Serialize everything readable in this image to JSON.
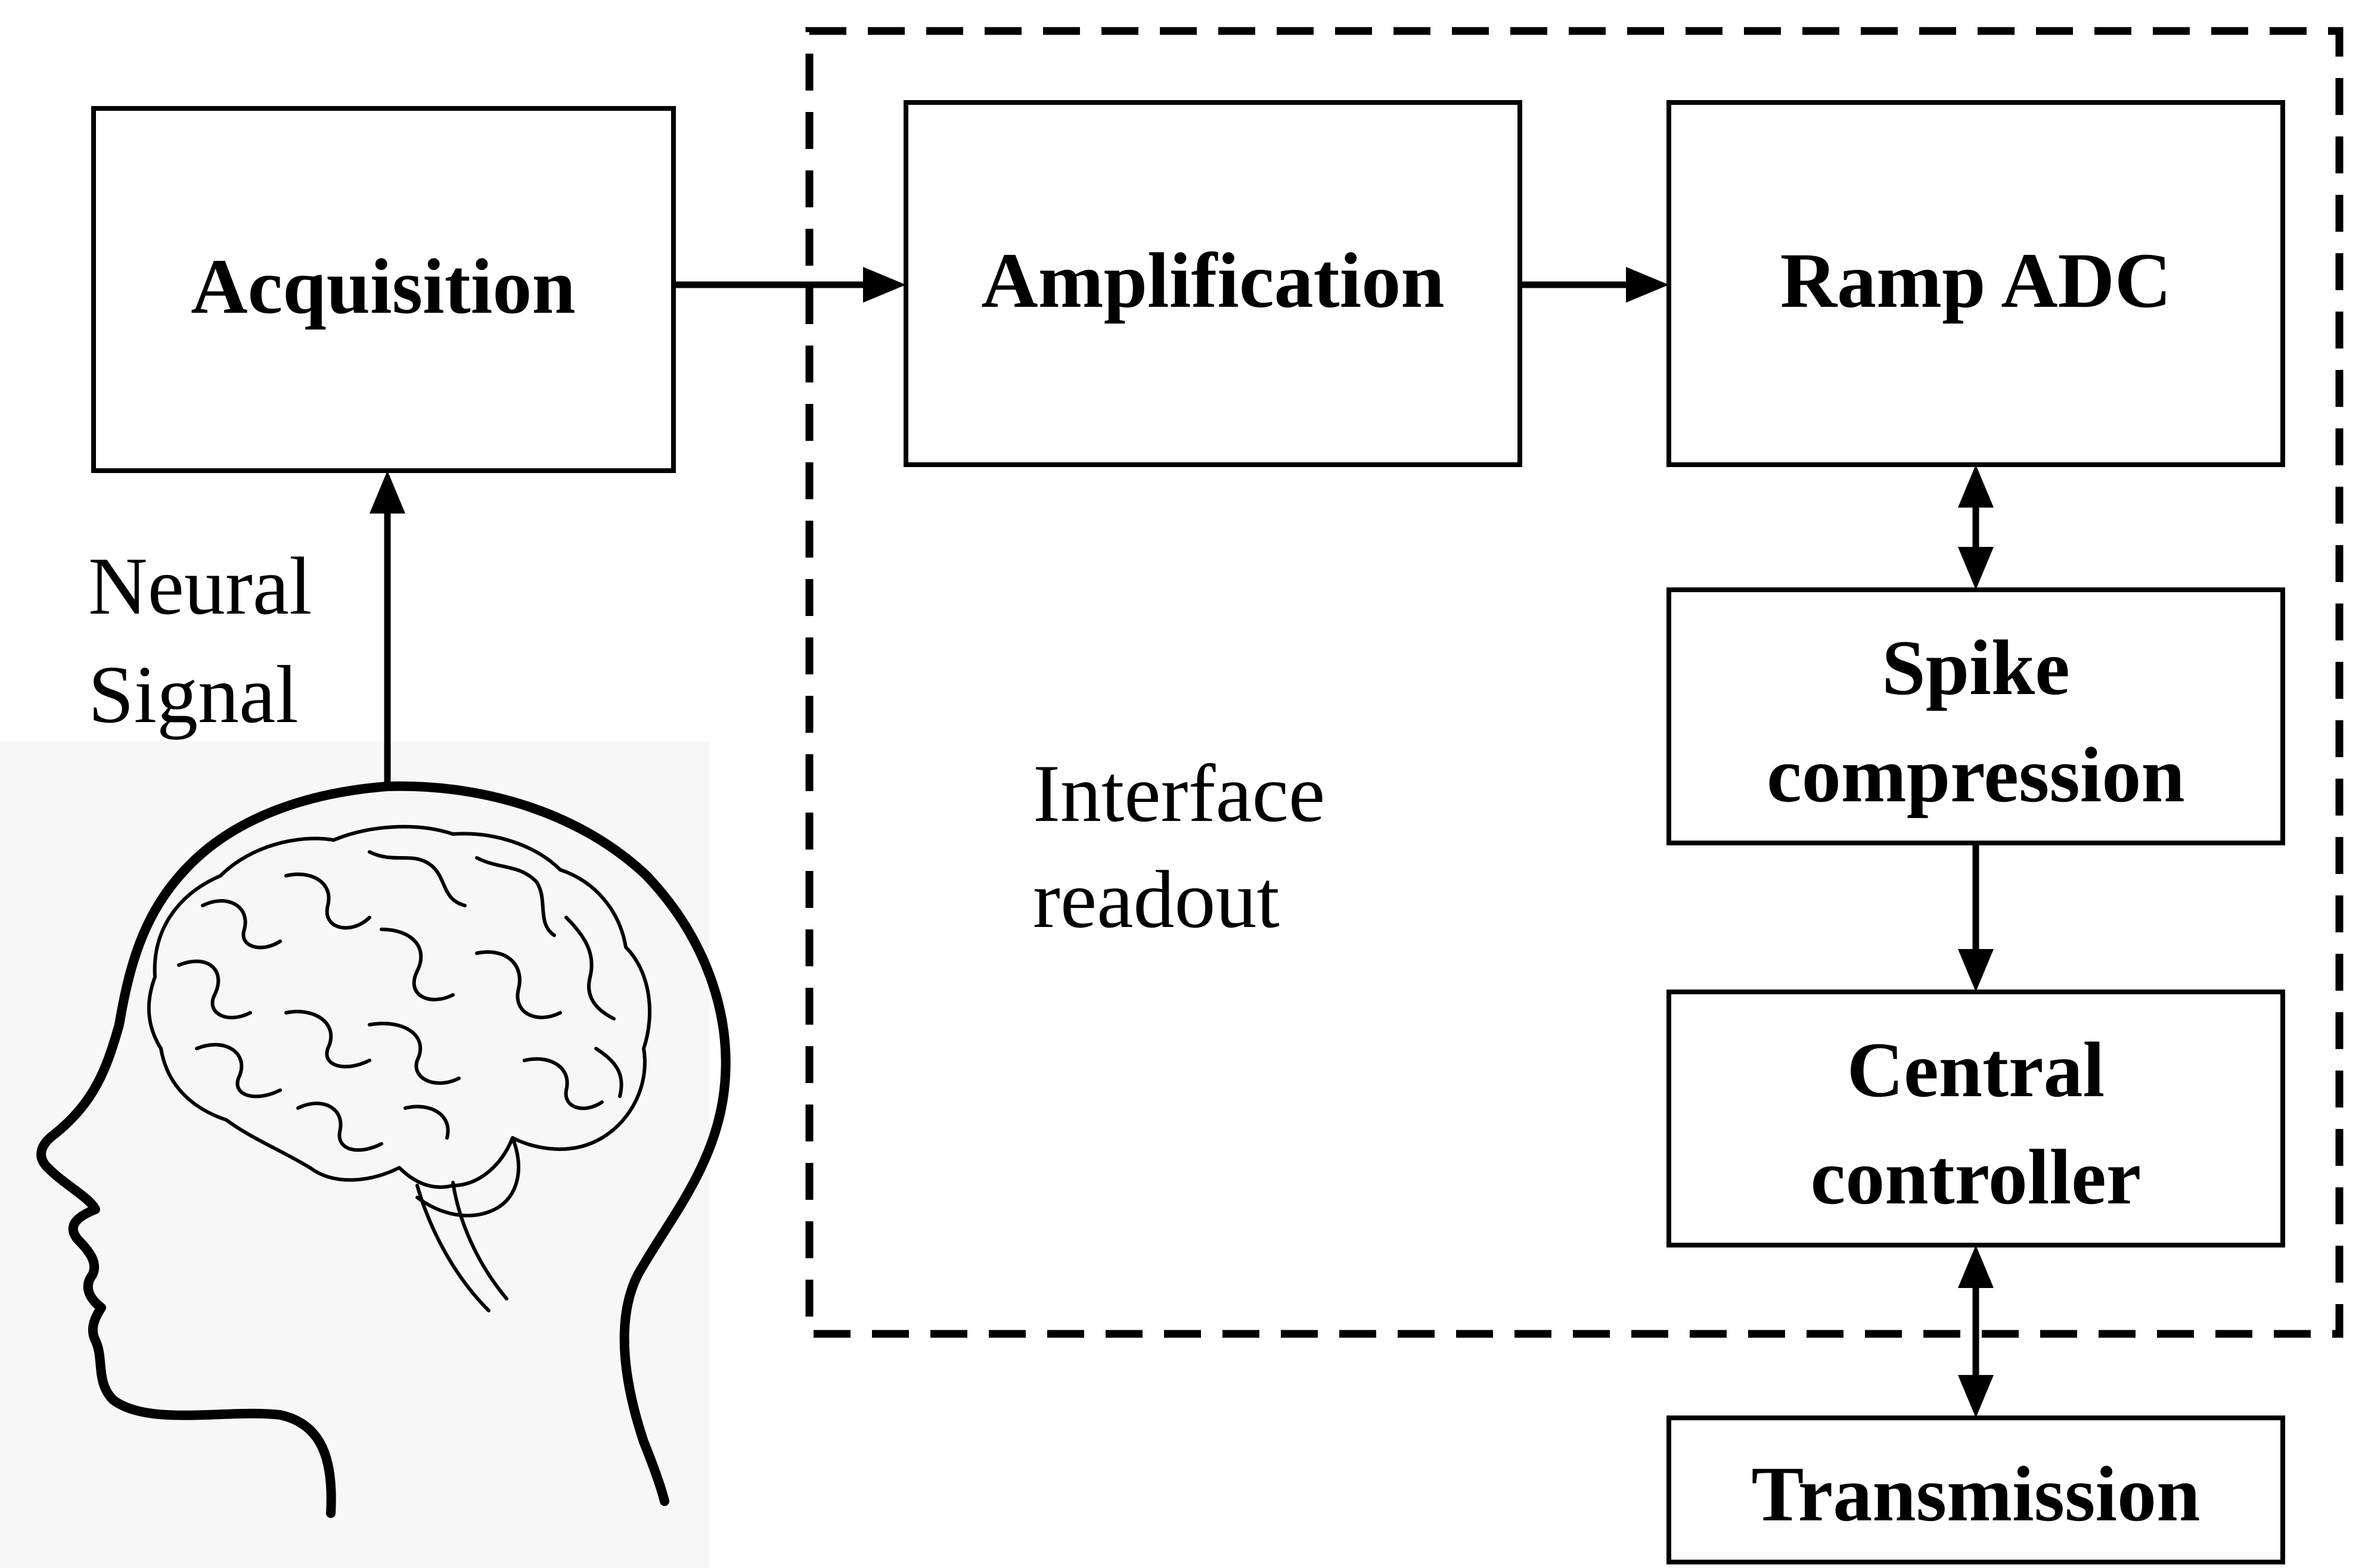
{
  "diagram": {
    "blocks": {
      "acquisition": "Acquisition",
      "amplification": "Amplification",
      "ramp_adc": "Ramp ADC",
      "spike_compression": [
        "Spike",
        "compression"
      ],
      "central_controller": [
        "Central",
        "controller"
      ],
      "transmission": "Transmission"
    },
    "labels": {
      "neural_signal": [
        "Neural",
        "Signal"
      ],
      "interface_readout": [
        "Interface",
        "readout"
      ]
    },
    "head_icon": "human-head-brain-icon"
  }
}
